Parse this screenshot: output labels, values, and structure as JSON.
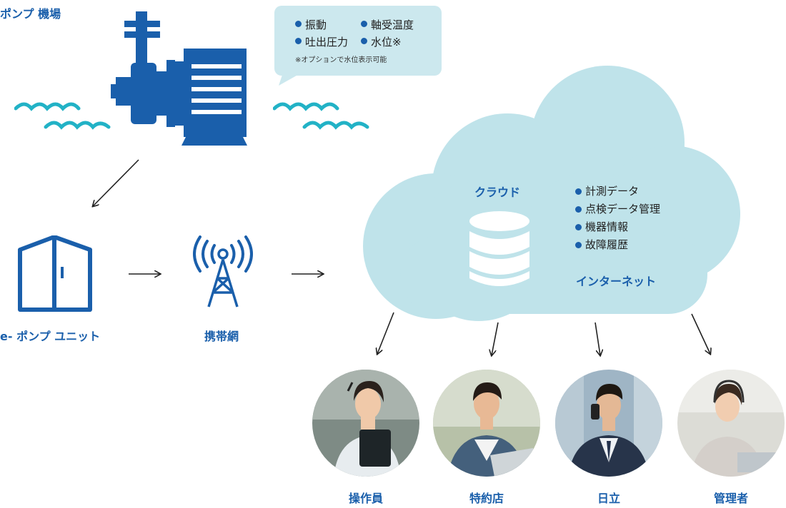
{
  "pump_station": {
    "label": "ポンプ 機場",
    "bubble": {
      "items": [
        "振動",
        "軸受温度",
        "吐出圧力",
        "水位※"
      ],
      "note": "※オプションで水位表示可能"
    }
  },
  "unit": {
    "label": "e- ポンプ ユニット"
  },
  "network": {
    "label": "携帯網"
  },
  "cloud": {
    "label": "クラウド",
    "items": [
      "計測データ",
      "点検データ管理",
      "機器情報",
      "故障履歴"
    ],
    "internet_label": "インターネット"
  },
  "users": [
    {
      "label": "操作員"
    },
    {
      "label": "特約店"
    },
    {
      "label": "日立"
    },
    {
      "label": "管理者"
    }
  ],
  "colors": {
    "primary": "#1a5fab",
    "wave": "#22b2c6",
    "cloud": "#bfe3ea",
    "bubble": "#cce8ee"
  }
}
